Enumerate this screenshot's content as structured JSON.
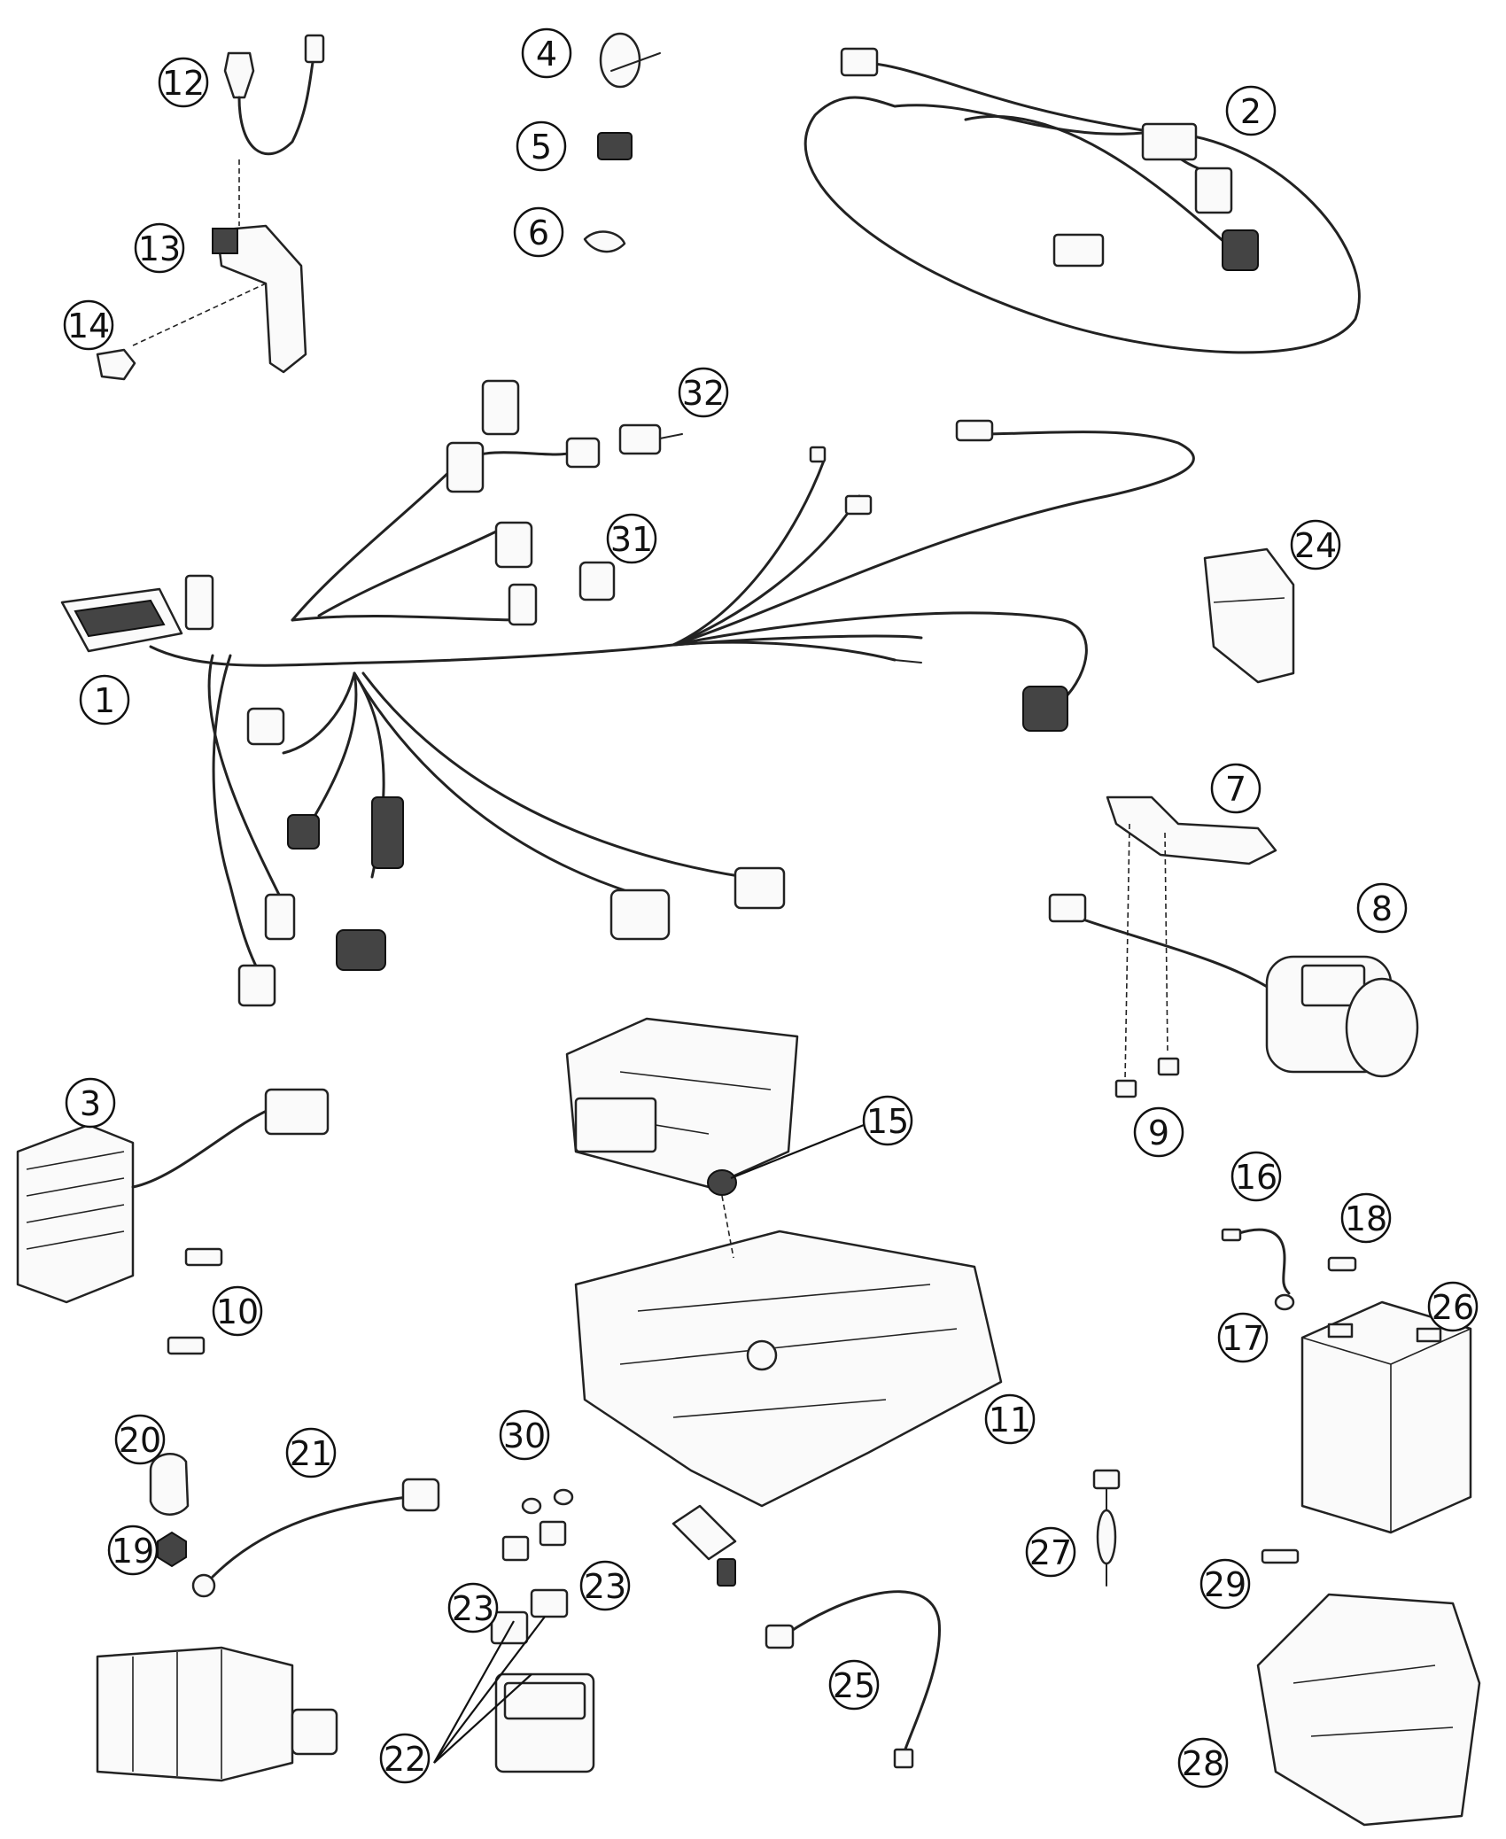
{
  "diagram": {
    "callouts": [
      {
        "id": "c1",
        "label": "1"
      },
      {
        "id": "c2",
        "label": "2"
      },
      {
        "id": "c3",
        "label": "3"
      },
      {
        "id": "c4",
        "label": "4"
      },
      {
        "id": "c5",
        "label": "5"
      },
      {
        "id": "c6",
        "label": "6"
      },
      {
        "id": "c7",
        "label": "7"
      },
      {
        "id": "c8",
        "label": "8"
      },
      {
        "id": "c9",
        "label": "9"
      },
      {
        "id": "c10",
        "label": "10"
      },
      {
        "id": "c11",
        "label": "11"
      },
      {
        "id": "c12",
        "label": "12"
      },
      {
        "id": "c13",
        "label": "13"
      },
      {
        "id": "c14",
        "label": "14"
      },
      {
        "id": "c15",
        "label": "15"
      },
      {
        "id": "c16",
        "label": "16"
      },
      {
        "id": "c17",
        "label": "17"
      },
      {
        "id": "c18",
        "label": "18"
      },
      {
        "id": "c19",
        "label": "19"
      },
      {
        "id": "c20",
        "label": "20"
      },
      {
        "id": "c21",
        "label": "21"
      },
      {
        "id": "c22",
        "label": "22"
      },
      {
        "id": "c23a",
        "label": "23"
      },
      {
        "id": "c23b",
        "label": "23"
      },
      {
        "id": "c24",
        "label": "24"
      },
      {
        "id": "c25",
        "label": "25"
      },
      {
        "id": "c26",
        "label": "26"
      },
      {
        "id": "c27",
        "label": "27"
      },
      {
        "id": "c28",
        "label": "28"
      },
      {
        "id": "c29",
        "label": "29"
      },
      {
        "id": "c30",
        "label": "30"
      },
      {
        "id": "c31",
        "label": "31"
      },
      {
        "id": "c32",
        "label": "32"
      }
    ]
  }
}
